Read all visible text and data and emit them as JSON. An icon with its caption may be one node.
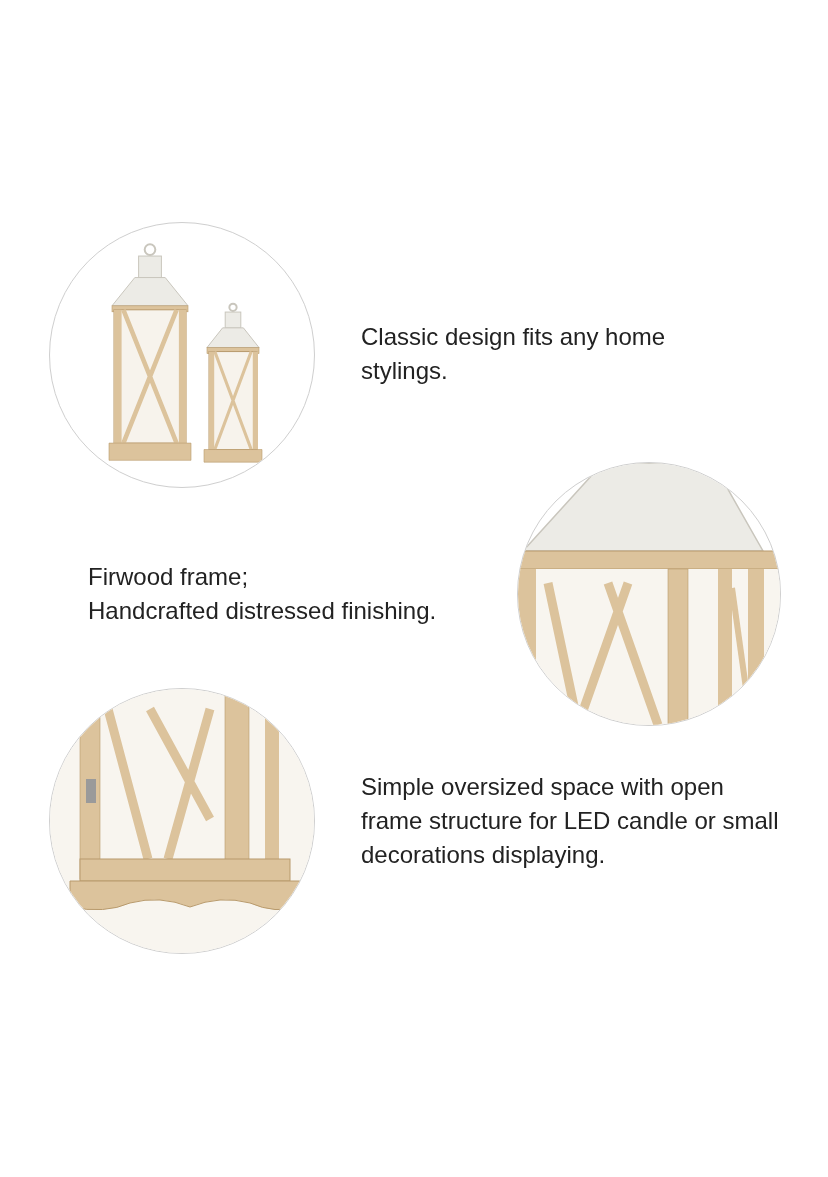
{
  "diagram": {
    "nodes": [
      {
        "text": [],
        "shape": "picture",
        "beside": [
          "Classic design fits any home stylings."
        ]
      },
      {
        "text": [],
        "shape": "picture",
        "beside": [
          "Firwood frame;",
          "Handcrafted distressed finishing."
        ]
      },
      {
        "text": [],
        "shape": "picture",
        "beside": [
          "Simple oversized space with open frame structure for LED candle or small decorations displaying."
        ]
      }
    ]
  }
}
